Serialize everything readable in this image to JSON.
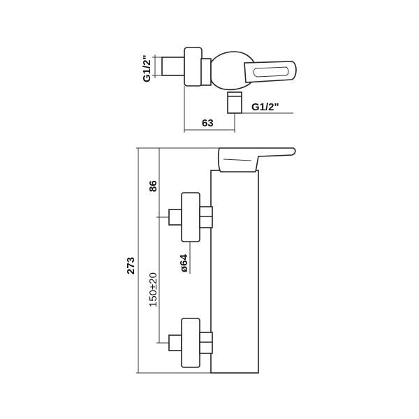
{
  "top_view": {
    "inlet_label": "G1/2\"",
    "outlet_label": "G1/2\"",
    "depth_dim": "63"
  },
  "side_view": {
    "total_height": "273",
    "top_offset": "86",
    "center_distance": "150±20",
    "flange_diameter": "ø64"
  }
}
